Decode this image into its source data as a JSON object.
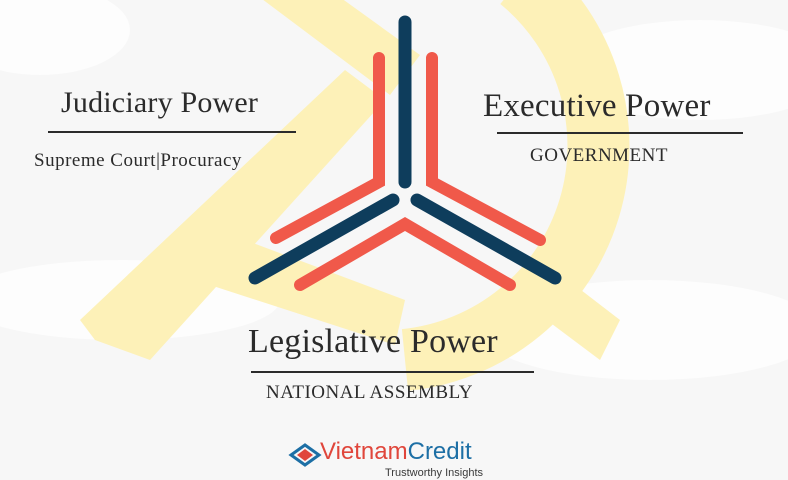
{
  "nodes": {
    "judiciary": {
      "title": "Judiciary Power",
      "subtitle": "Supreme Court|Procuracy"
    },
    "executive": {
      "title": "Executive Power",
      "subtitle": "GOVERNMENT"
    },
    "legislative": {
      "title": "Legislative Power",
      "subtitle": "NATIONAL ASSEMBLY"
    }
  },
  "brand": {
    "name_part1": "Vietnam",
    "name_part2": "Credit",
    "tagline": "Trustworthy Insights"
  },
  "colors": {
    "background": "#f7f7f7",
    "watermark": "#fdf1b8",
    "coral": "#f0594a",
    "navy": "#0e3d5c",
    "text": "#2b2b2b",
    "brand_red": "#e0463b",
    "brand_blue": "#1d6fa5"
  }
}
